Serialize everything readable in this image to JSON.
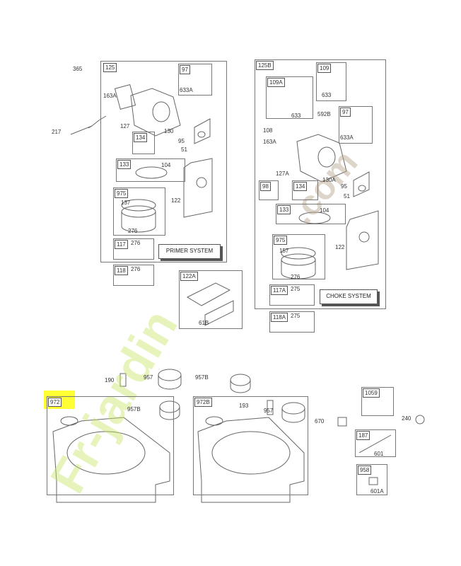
{
  "carburetor_primer": {
    "group": "125",
    "parts": [
      "365",
      "97",
      "633A",
      "163A",
      "217",
      "127",
      "134",
      "130",
      "95",
      "51",
      "133",
      "104",
      "975",
      "137",
      "276",
      "122",
      "117",
      "276",
      "118",
      "276"
    ],
    "system_label": "PRIMER SYSTEM"
  },
  "gasket_122A": {
    "group": "122A",
    "parts": [
      "61B"
    ]
  },
  "carburetor_choke": {
    "group": "125B",
    "parts": [
      "109A",
      "109",
      "633",
      "633",
      "592B",
      "97",
      "108",
      "163A",
      "633A",
      "127A",
      "98",
      "134",
      "130A",
      "95",
      "51",
      "133",
      "104",
      "975",
      "157",
      "276",
      "122",
      "117A",
      "275",
      "118A",
      "275"
    ],
    "system_label": "CHOKE SYSTEM"
  },
  "fuel_tank": {
    "parts": [
      "190",
      "957",
      "957B",
      "972",
      "957B",
      "972B",
      "193",
      "957",
      "1059",
      "670",
      "240",
      "187",
      "601",
      "958",
      "601A"
    ]
  },
  "watermark": "Fr-jardin.com",
  "colors": {
    "highlight": "#ffff33",
    "watermark_green": "#c8e66b",
    "watermark_orange": "#f5b04a",
    "watermark_brown": "#b8a48c"
  }
}
